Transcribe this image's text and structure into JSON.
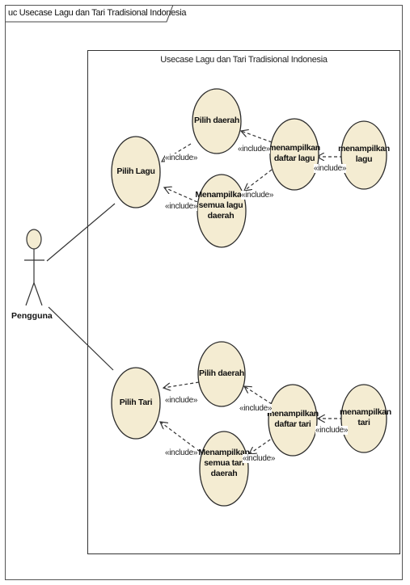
{
  "frame": {
    "title": "uc Usecase Lagu dan Tari Tradisional Indonesia"
  },
  "boundary": {
    "title": "Usecase Lagu dan Tari Tradisional Indonesia"
  },
  "actor": {
    "name": "Pengguna"
  },
  "usecases": {
    "pilih_lagu": "Pilih Lagu",
    "pilih_daerah_lagu": "Pilih daerah",
    "menampilkan_semua_lagu": "Menampilkan semua lagu daerah",
    "menampilkan_daftar_lagu": "menampilkan daftar lagu",
    "menampilkan_lagu": "menampilkan lagu",
    "pilih_tari": "Pilih Tari",
    "pilih_daerah_tari": "Pilih daerah",
    "menampilkan_semua_tari": "Menampilkan semua tari daerah",
    "menampilkan_daftar_tari": "menampilkan daftar tari",
    "menampilkan_tari": "menampilkan tari"
  },
  "stereotype": "«include»",
  "colors": {
    "usecase_fill": "#f4ecd2",
    "usecase_stroke": "#2b2b2b",
    "line": "#333333"
  }
}
